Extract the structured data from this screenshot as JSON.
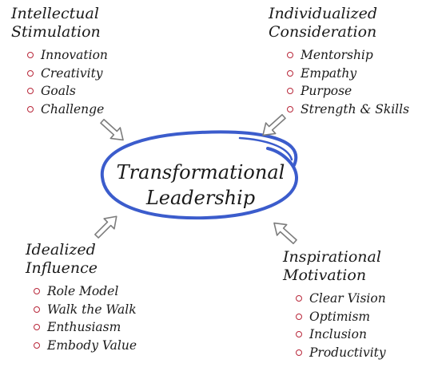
{
  "center": {
    "line1": "Transformational",
    "line2": "Leadership"
  },
  "quadrants": {
    "top_left": {
      "title_lines": [
        "Intellectual",
        "Stimulation"
      ],
      "items": [
        "Innovation",
        "Creativity",
        "Goals",
        "Challenge"
      ]
    },
    "top_right": {
      "title_lines": [
        "Individualized",
        "Consideration"
      ],
      "items": [
        "Mentorship",
        "Empathy",
        "Purpose",
        "Strength & Skills"
      ]
    },
    "bottom_left": {
      "title_lines": [
        "Idealized",
        "Influence"
      ],
      "items": [
        "Role Model",
        "Walk the Walk",
        "Enthusiasm",
        "Embody Value"
      ]
    },
    "bottom_right": {
      "title_lines": [
        "Inspirational",
        "Motivation"
      ],
      "items": [
        "Clear Vision",
        "Optimism",
        "Inclusion",
        "Productivity"
      ]
    }
  },
  "colors": {
    "ellipse": "#3b5ccc",
    "bullet": "#b8273a",
    "arrow": "#8a8a8a"
  }
}
